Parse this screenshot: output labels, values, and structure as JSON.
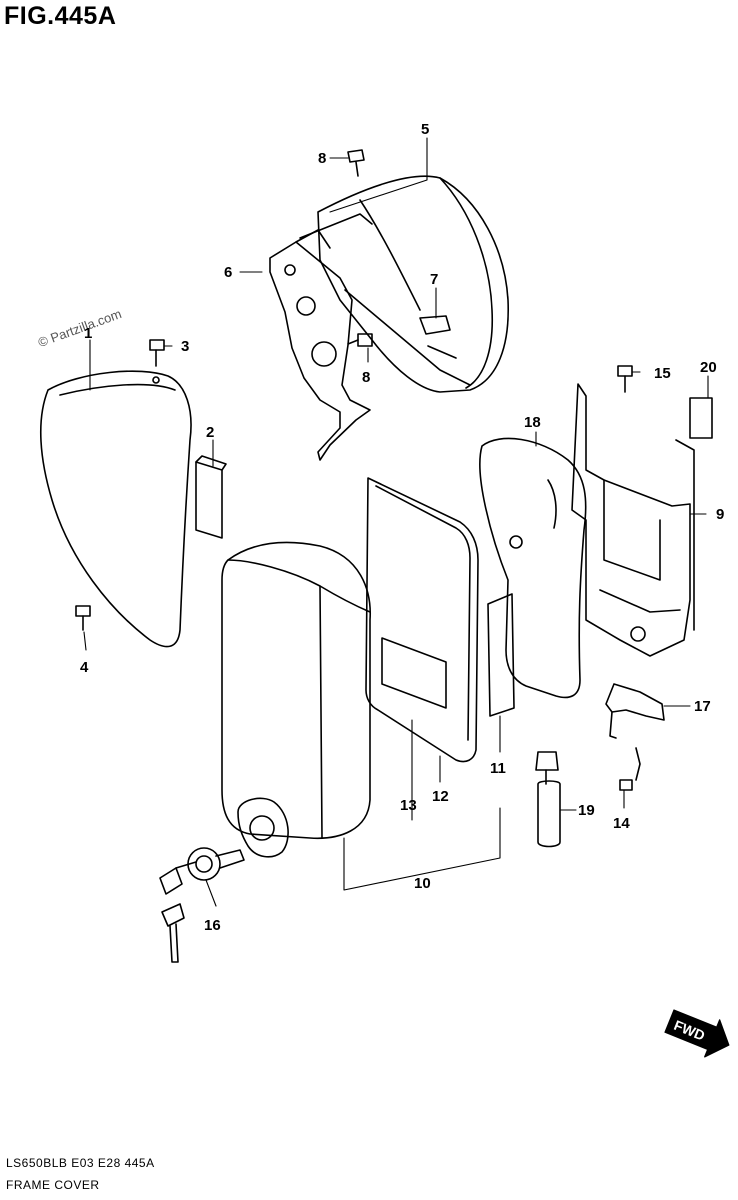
{
  "header": {
    "title": "FIG.445A"
  },
  "watermark": "© Partzilla.com",
  "footer": {
    "code": "LS650BLB  E03  E28  445A",
    "name": "FRAME COVER"
  },
  "fwd_label": "FWD",
  "callouts": {
    "c1": "1",
    "c2": "2",
    "c3": "3",
    "c4": "4",
    "c5": "5",
    "c6": "6",
    "c7": "7",
    "c8a": "8",
    "c8b": "8",
    "c9": "9",
    "c10": "10",
    "c11": "11",
    "c12": "12",
    "c13": "13",
    "c14": "14",
    "c15": "15",
    "c16": "16",
    "c17": "17",
    "c18": "18",
    "c19": "19",
    "c20": "20"
  }
}
